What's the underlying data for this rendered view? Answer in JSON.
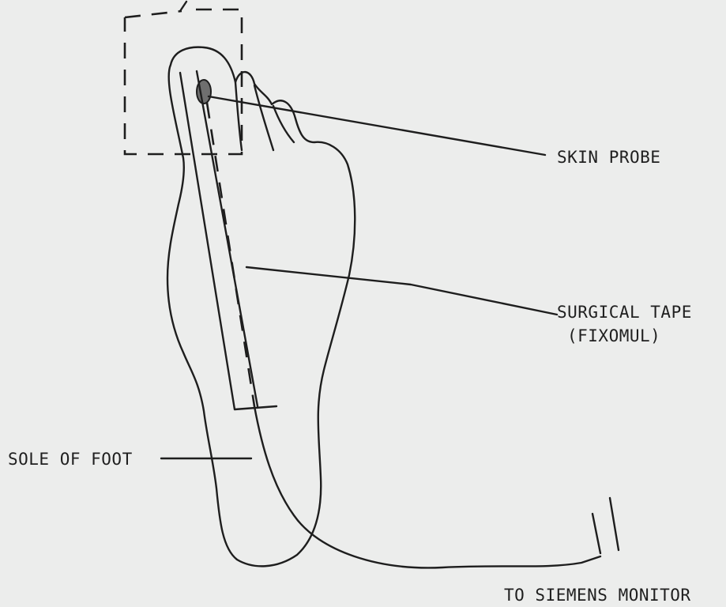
{
  "labels": {
    "skin_probe": "SKIN PROBE",
    "surgical_tape_line1": "SURGICAL TAPE",
    "surgical_tape_line2": "(FIXOMUL)",
    "sole_of_foot": "SOLE OF FOOT",
    "to_monitor": "TO SIEMENS MONITOR"
  },
  "colors": {
    "background": "#ecedec",
    "ink": "#1e1e1e"
  }
}
